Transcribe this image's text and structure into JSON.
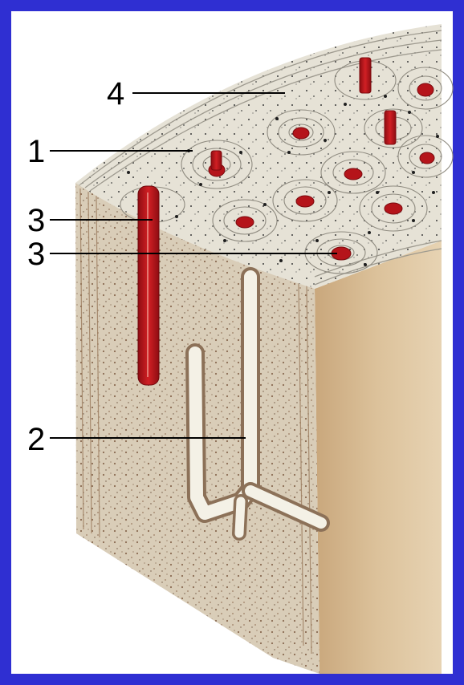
{
  "colors": {
    "frame": "#2f2fd2",
    "background": "#ffffff",
    "bone_surface": "#e8e6df",
    "bone_side": "#cbb79c",
    "bone_shadow": "#b29572",
    "vessel": "#b5141a",
    "canal": "#f4f1e6",
    "leader": "#000000"
  },
  "labels": {
    "label_4": "4",
    "label_1": "1",
    "label_3a": "3",
    "label_3b": "3",
    "label_2": "2"
  }
}
